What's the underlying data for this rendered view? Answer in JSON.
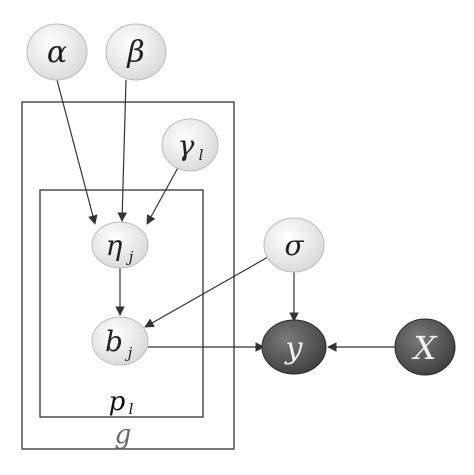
{
  "plates": {
    "outer_label": "g",
    "inner_label_main": "p",
    "inner_label_sub": "l"
  },
  "nodes": {
    "alpha": {
      "main": "α",
      "sub": ""
    },
    "beta": {
      "main": "β",
      "sub": ""
    },
    "gamma": {
      "main": "γ",
      "sub": "l"
    },
    "eta": {
      "main": "η",
      "sub": "j"
    },
    "b": {
      "main": "b",
      "sub": "j"
    },
    "sigma": {
      "main": "σ",
      "sub": ""
    },
    "y": {
      "main": "y",
      "sub": ""
    },
    "X": {
      "main": "X",
      "sub": ""
    }
  },
  "colors": {
    "observed_fill": "#555555",
    "latent_fill": "#ececec",
    "edge": "#333333",
    "plate": "#333333",
    "outer_label": "#666666"
  }
}
